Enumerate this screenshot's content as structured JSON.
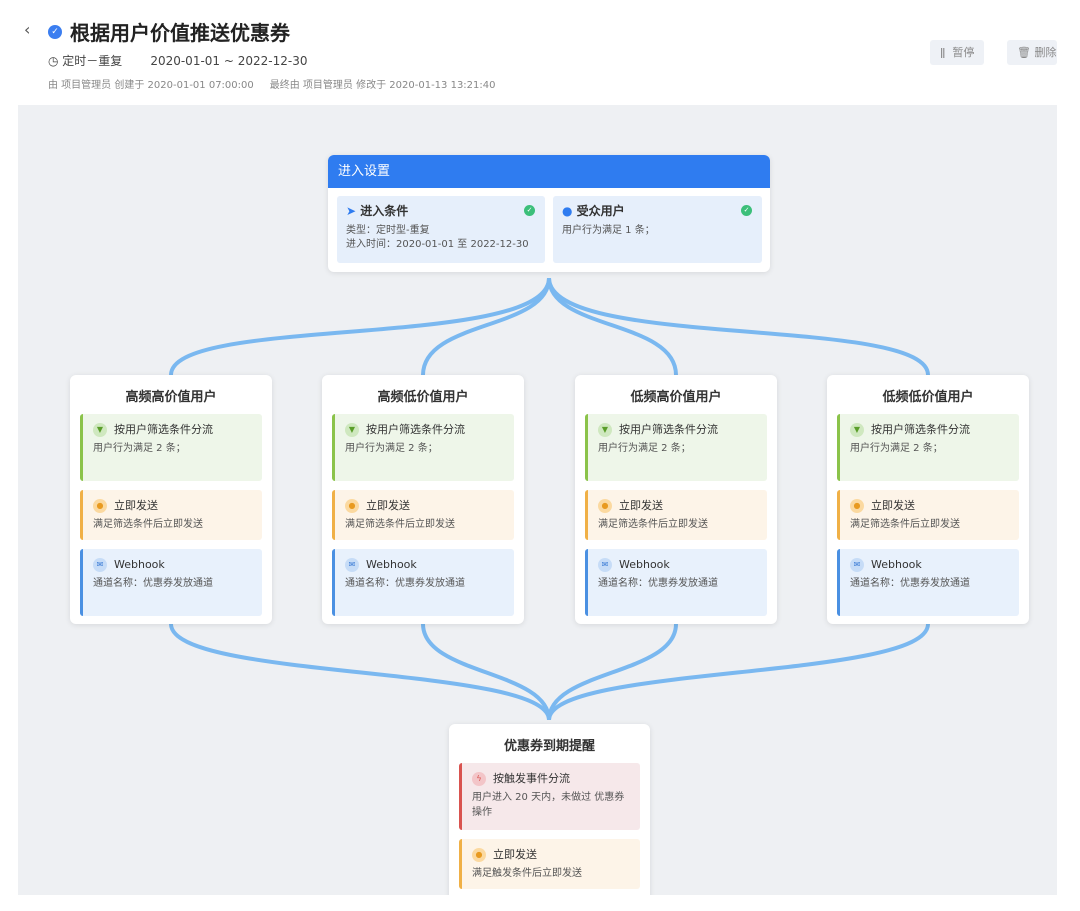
{
  "header": {
    "back_icon": "chevron-left-icon",
    "title": "根据用户价值推送优惠券",
    "schedule_type": "定时－重复",
    "date_range": "2020-01-01 ~ 2022-12-30",
    "created": "由 项目管理员 创建于 2020-01-01 07:00:00",
    "modified": "最终由 项目管理员 修改于 2020-01-13 13:21:40",
    "pause_label": "暂停",
    "delete_label": "删除"
  },
  "entry": {
    "title": "进入设置",
    "condition": {
      "title": "进入条件",
      "line1": "类型：定时型-重复",
      "line2": "进入时间：2020-01-01 至 2022-12-30"
    },
    "audience": {
      "title": "受众用户",
      "line1": "用户行为满足 1 条；"
    }
  },
  "groups": [
    {
      "title": "高频高价值用户",
      "split_title": "按用户筛选条件分流",
      "split_desc": "用户行为满足 2 条；",
      "send_title": "立即发送",
      "send_desc": "满足筛选条件后立即发送",
      "channel_title": "Webhook",
      "channel_desc": "通道名称：优惠券发放通道"
    },
    {
      "title": "高频低价值用户",
      "split_title": "按用户筛选条件分流",
      "split_desc": "用户行为满足 2 条；",
      "send_title": "立即发送",
      "send_desc": "满足筛选条件后立即发送",
      "channel_title": "Webhook",
      "channel_desc": "通道名称：优惠券发放通道"
    },
    {
      "title": "低频高价值用户",
      "split_title": "按用户筛选条件分流",
      "split_desc": "用户行为满足 2 条；",
      "send_title": "立即发送",
      "send_desc": "满足筛选条件后立即发送",
      "channel_title": "Webhook",
      "channel_desc": "通道名称：优惠券发放通道"
    },
    {
      "title": "低频低价值用户",
      "split_title": "按用户筛选条件分流",
      "split_desc": "用户行为满足 2 条；",
      "send_title": "立即发送",
      "send_desc": "满足筛选条件后立即发送",
      "channel_title": "Webhook",
      "channel_desc": "通道名称：优惠券发放通道"
    }
  ],
  "reminder": {
    "title": "优惠券到期提醒",
    "trigger_title": "按触发事件分流",
    "trigger_desc": "用户进入 20 天内，未做过 优惠券操作",
    "send_title": "立即发送",
    "send_desc": "满足触发条件后立即发送"
  },
  "colors": {
    "accent": "#2f7cf0",
    "connector": "#7ab8f0"
  }
}
